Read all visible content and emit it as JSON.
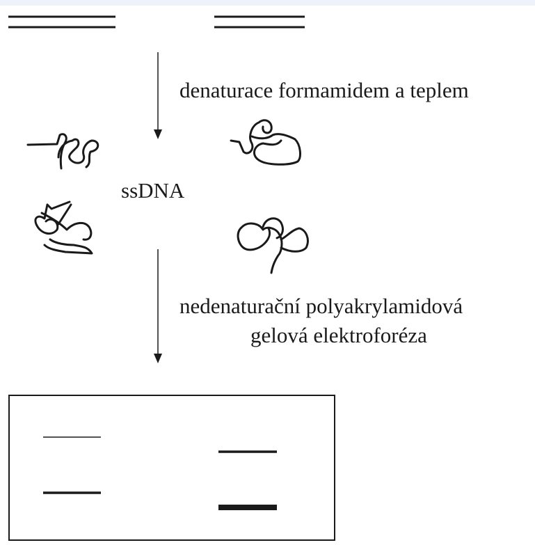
{
  "steps": {
    "denaturation": "denaturace formamidem a teplem",
    "single_strand": "ssDNA",
    "electrophoresis_line1": "nedenaturační polyakrylamidová",
    "electrophoresis_line2": "gelová elektroforéza"
  },
  "colors": {
    "ink": "#1a1a1a",
    "background": "#ffffff",
    "header_tint": "#eef3fb"
  }
}
